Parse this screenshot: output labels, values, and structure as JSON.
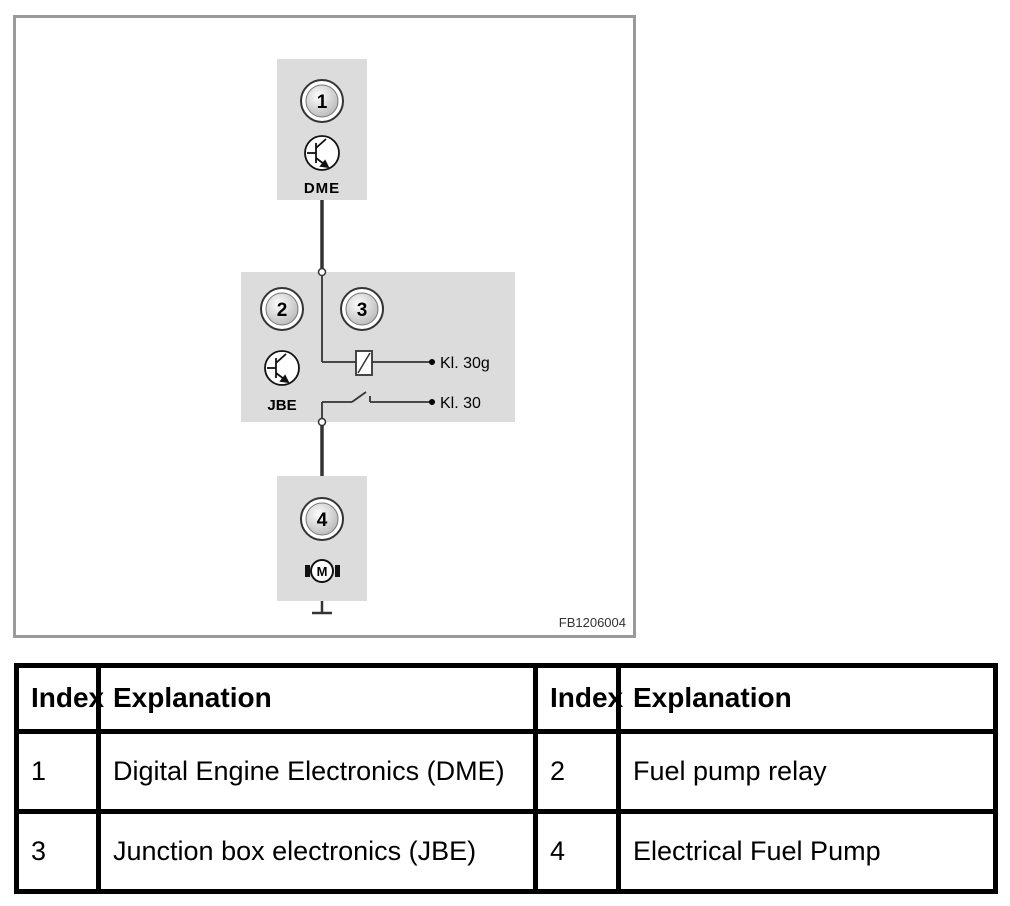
{
  "diagram": {
    "figure_code": "FB1206004",
    "components": [
      {
        "number": "1",
        "label": "DME",
        "symbol": "transistor-icon"
      },
      {
        "number": "2",
        "label": "JBE",
        "symbol": "transistor-icon"
      },
      {
        "number": "3",
        "label": "",
        "symbol": "relay-icon"
      },
      {
        "number": "4",
        "label": "",
        "symbol": "motor-icon"
      }
    ],
    "motor_letter": "M",
    "terminals": [
      "Kl. 30g",
      "Kl. 30"
    ]
  },
  "legend": {
    "headers": [
      "Index",
      "Explanation",
      "Index",
      "Explanation"
    ],
    "rows": [
      [
        "1",
        "Digital Engine Electronics (DME)",
        "2",
        "Fuel pump relay"
      ],
      [
        "3",
        "Junction box electronics (JBE)",
        "4",
        "Electrical Fuel Pump"
      ]
    ]
  }
}
